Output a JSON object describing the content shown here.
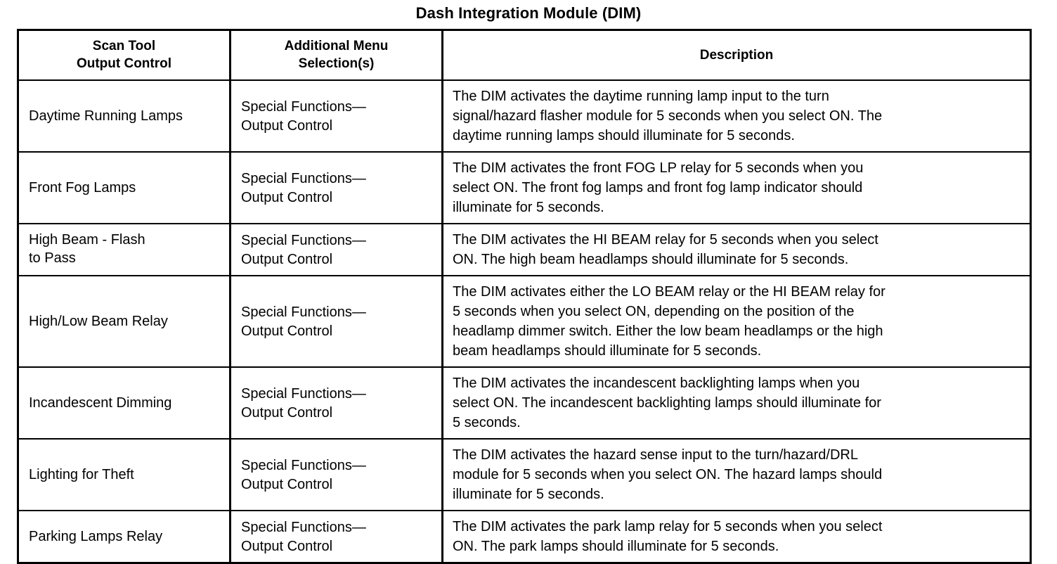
{
  "document": {
    "title": "Dash Integration Module (DIM)"
  },
  "table": {
    "headers": {
      "col1": "Scan Tool\nOutput Control",
      "col1_line1": "Scan Tool",
      "col1_line2": "Output Control",
      "col2_line1": "Additional Menu",
      "col2_line2": "Selection(s)",
      "col3": "Description"
    },
    "rows": [
      {
        "control": "Daytime Running Lamps",
        "menu": "Special Functions—\nOutput Control",
        "description": "The DIM activates the daytime running lamp input to the turn\nsignal/hazard flasher module for 5 seconds when you select ON. The\ndaytime running lamps should illuminate for 5 seconds."
      },
      {
        "control": "Front Fog Lamps",
        "menu": "Special Functions—\nOutput Control",
        "description": "The DIM activates the front FOG LP relay for 5 seconds when you\nselect ON. The front fog lamps and front fog lamp indicator should\nilluminate for 5 seconds."
      },
      {
        "control": "High Beam - Flash\nto Pass",
        "menu": "Special Functions—\nOutput Control",
        "description": "The DIM activates the HI BEAM relay for 5 seconds when you select\nON. The high beam headlamps should illuminate for 5 seconds."
      },
      {
        "control": "High/Low Beam Relay",
        "menu": "Special Functions—\nOutput Control",
        "description": "The DIM activates either the LO BEAM relay or the HI BEAM relay for\n5 seconds when you select ON, depending on the position of the\nheadlamp dimmer switch. Either the low beam headlamps or the high\nbeam headlamps should illuminate for 5 seconds."
      },
      {
        "control": "Incandescent Dimming",
        "menu": "Special Functions—\nOutput Control",
        "description": "The DIM activates the incandescent backlighting lamps when you\nselect ON. The incandescent backlighting lamps should illuminate for\n5 seconds."
      },
      {
        "control": "Lighting for Theft",
        "menu": "Special Functions—\nOutput Control",
        "description": "The DIM activates the hazard sense input to the turn/hazard/DRL\nmodule for 5 seconds when you select ON. The hazard lamps should\nilluminate for 5 seconds."
      },
      {
        "control": "Parking Lamps Relay",
        "menu": "Special Functions—\nOutput Control",
        "description": "The DIM activates the park lamp relay for 5 seconds when you select\nON. The park lamps should illuminate for 5 seconds."
      }
    ]
  },
  "colors": {
    "ink": "#000000",
    "paper": "#ffffff"
  }
}
